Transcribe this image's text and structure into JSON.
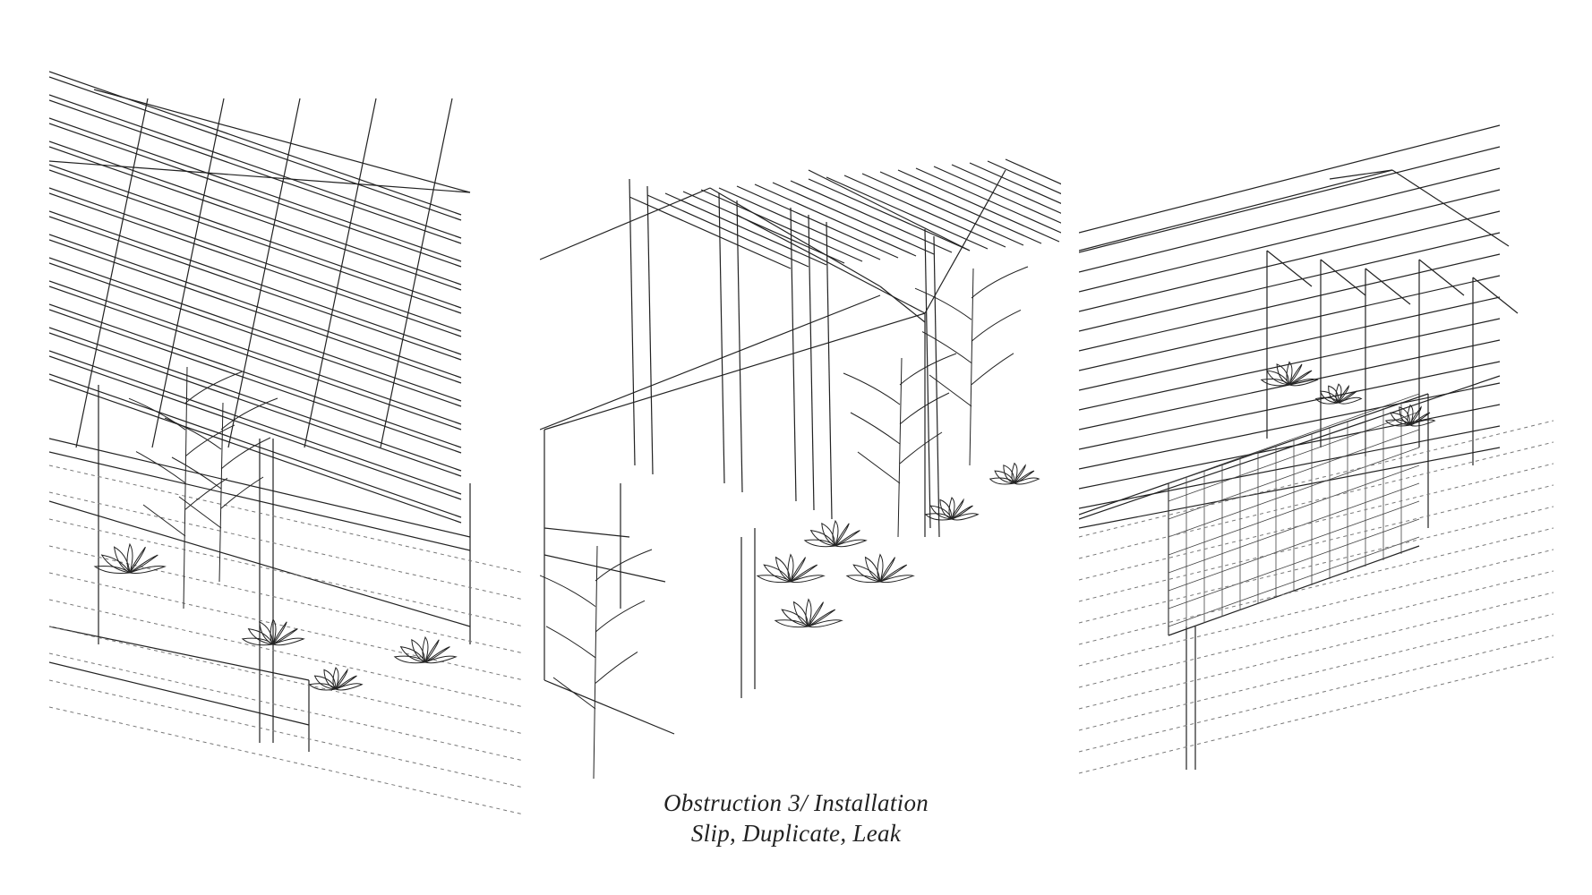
{
  "caption": {
    "line1": "Obstruction 3/ Installation",
    "line2": "Slip, Duplicate, Leak"
  },
  "panels": [
    {
      "name": "panel-left"
    },
    {
      "name": "panel-middle"
    },
    {
      "name": "panel-right"
    }
  ],
  "colors": {
    "line": "#222222",
    "dashed": "#777777",
    "background": "#ffffff"
  }
}
